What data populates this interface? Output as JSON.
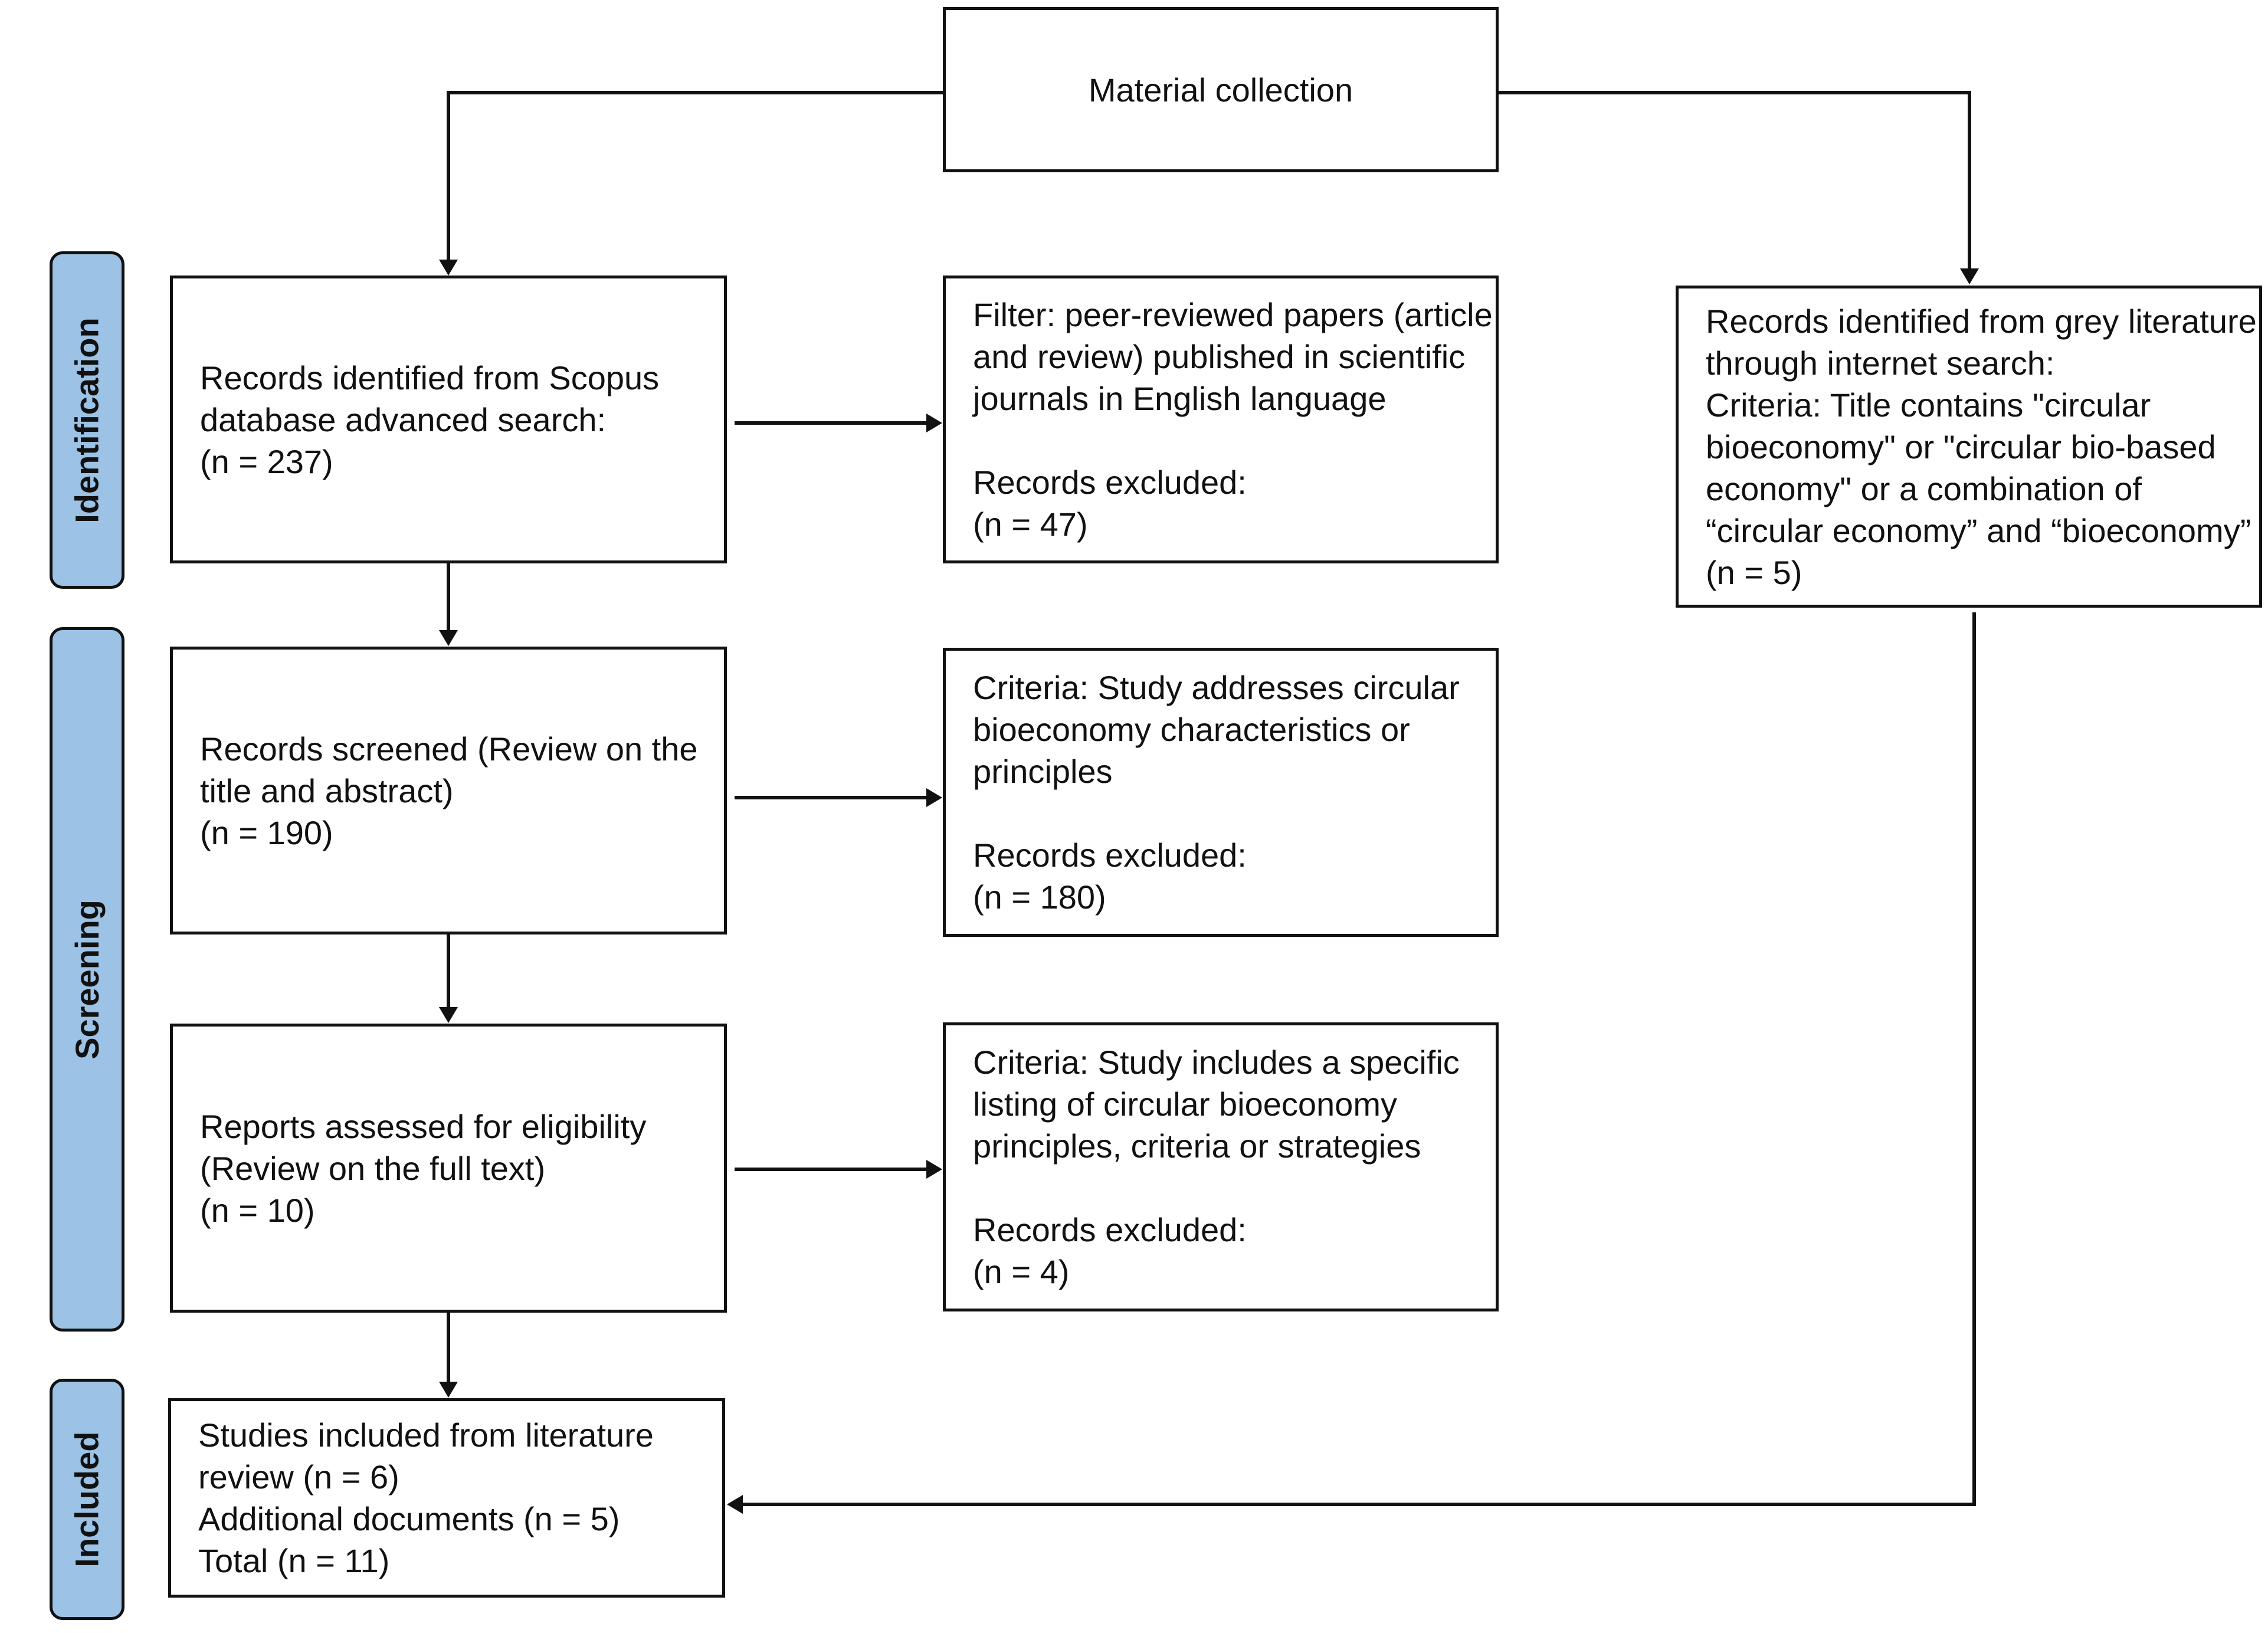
{
  "phases": {
    "identification": "Identification",
    "screening": "Screening",
    "included": "Included"
  },
  "top": {
    "material_collection": "Material collection"
  },
  "left": {
    "scopus": [
      "Records identified from Scopus",
      "database advanced search:",
      "(n = 237)"
    ],
    "screened": [
      "Records screened (Review on the",
      "title and abstract)",
      "(n = 190)"
    ],
    "eligibility": [
      "Reports assessed for eligibility",
      "(Review on the full text)",
      "(n = 10)"
    ],
    "included": [
      "Studies included from literature",
      "review (n = 6)",
      "Additional documents (n = 5)",
      "Total (n = 11)"
    ]
  },
  "middle": {
    "filter": {
      "criteria": [
        "Filter: peer-reviewed papers (article",
        "and review) published in scientific",
        "journals in English language"
      ],
      "excluded": [
        "Records excluded:",
        "(n = 47)"
      ]
    },
    "criteria1": {
      "criteria": [
        "Criteria: Study addresses circular",
        "bioeconomy characteristics or",
        "principles"
      ],
      "excluded": [
        "Records excluded:",
        "(n = 180)"
      ]
    },
    "criteria2": {
      "criteria": [
        "Criteria: Study includes a specific",
        "listing of circular bioeconomy",
        "principles, criteria or strategies"
      ],
      "excluded": [
        "Records excluded:",
        "(n = 4)"
      ]
    }
  },
  "right": {
    "grey": [
      "Records identified from grey literature",
      "through internet search:",
      "Criteria: Title contains \"circular",
      "bioeconomy\"  or \"circular bio-based",
      "economy\" or a combination of",
      "“circular economy” and “bioeconomy”",
      "(n = 5)"
    ]
  },
  "colors": {
    "phase_fill": "#9cc2e5",
    "line": "#111111"
  }
}
